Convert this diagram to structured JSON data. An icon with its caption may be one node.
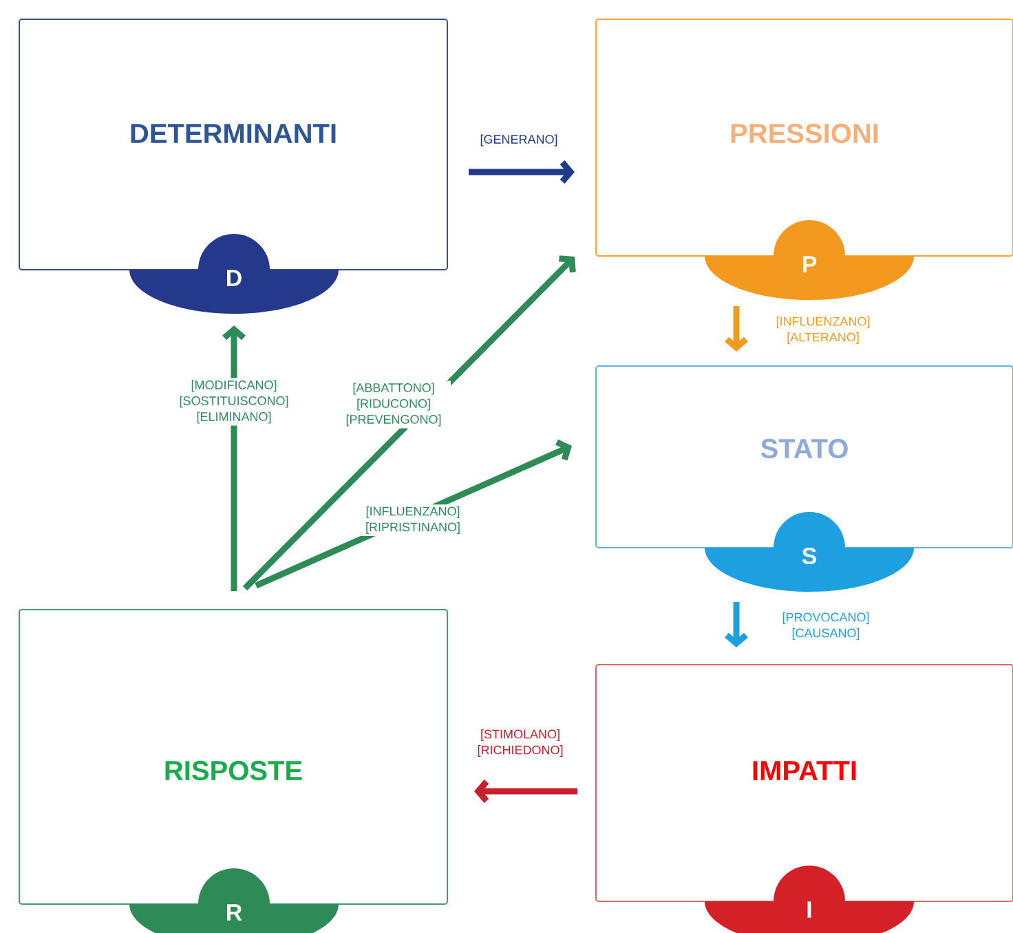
{
  "diagram": {
    "nodes": [
      {
        "text": [
          "DETERMINANTI",
          "D"
        ]
      },
      {
        "text": [
          "PRESSIONI",
          "P"
        ]
      },
      {
        "text": [
          "STATO",
          "S"
        ]
      },
      {
        "text": [
          "IMPATTI",
          "I"
        ]
      },
      {
        "text": [
          "RISPOSTE",
          "R"
        ]
      }
    ],
    "edges": [
      {
        "from": 0,
        "to": 1,
        "arrow": "to",
        "label": "[GENERANO]",
        "color": "#1f3a8a"
      },
      {
        "from": 1,
        "to": 2,
        "arrow": "to",
        "label": "[INFLUENZANO] [ALTERANO]",
        "color": "#f39a1e"
      },
      {
        "from": 2,
        "to": 3,
        "arrow": "to",
        "label": "[PROVOCANO] [CAUSANO]",
        "color": "#1ea0e0"
      },
      {
        "from": 3,
        "to": 4,
        "arrow": "to",
        "label": "[STIMOLANO] [RICHIEDONO]",
        "color": "#c8202a"
      },
      {
        "from": 4,
        "to": 0,
        "arrow": "to",
        "label": "[MODIFICANO] [SOSTITUISCONO] [ELIMINANO]"
      },
      {
        "from": 4,
        "to": 1,
        "arrow": "to",
        "label": "[ABBATTONO] [RIDUCONO] [PREVENGONO]"
      },
      {
        "from": 4,
        "to": 2,
        "arrow": "to",
        "label": "[INFLUENZANO] [RIPRISTINANO]"
      }
    ]
  }
}
